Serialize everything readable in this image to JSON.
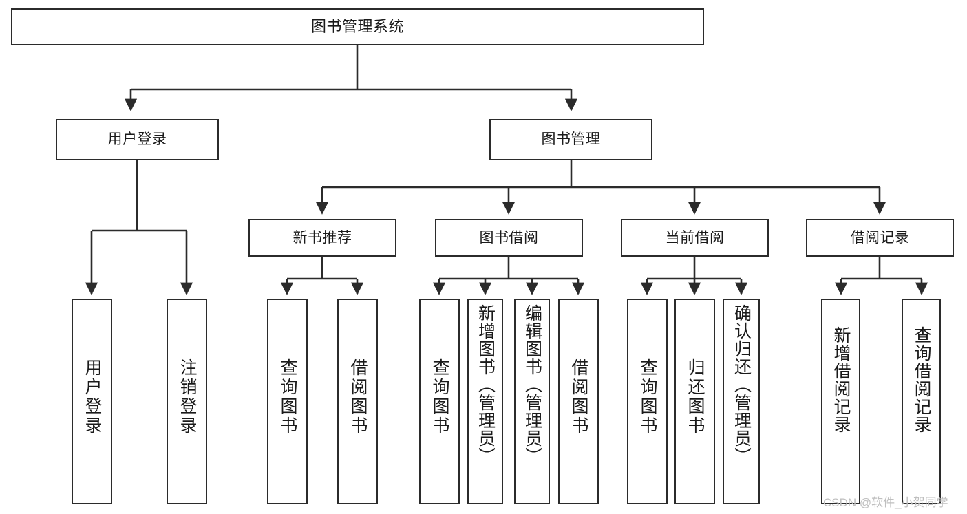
{
  "diagram": {
    "type": "tree",
    "title": "图书管理系统",
    "orientation": "top-down",
    "colors": {
      "box_border": "#2b2b2b",
      "box_fill": "#ffffff",
      "edge": "#2b2b2b",
      "text": "#1a1a1a",
      "watermark": "#bfbfbf"
    },
    "nodes": {
      "root": {
        "label": "图书管理系统",
        "level": 0
      },
      "l1": [
        {
          "id": "user-login",
          "label": "用户登录"
        },
        {
          "id": "book-management",
          "label": "图书管理"
        }
      ],
      "l2": [
        {
          "id": "new-book-recommend",
          "label": "新书推荐",
          "parent": "book-management"
        },
        {
          "id": "book-borrow",
          "label": "图书借阅",
          "parent": "book-management"
        },
        {
          "id": "current-borrow",
          "label": "当前借阅",
          "parent": "book-management"
        },
        {
          "id": "borrow-record",
          "label": "借阅记录",
          "parent": "book-management"
        }
      ],
      "leaves": {
        "user-login": [
          {
            "id": "leaf-user-login",
            "label": "用户登录"
          },
          {
            "id": "leaf-user-logout",
            "label": "注销登录"
          }
        ],
        "new-book-recommend": [
          {
            "id": "leaf-query-book-1",
            "label": "查询图书"
          },
          {
            "id": "leaf-borrow-book-1",
            "label": "借阅图书"
          }
        ],
        "book-borrow": [
          {
            "id": "leaf-query-book-2",
            "label": "查询图书"
          },
          {
            "id": "leaf-add-book",
            "label": "新增图书（管理员）"
          },
          {
            "id": "leaf-edit-book",
            "label": "编辑图书（管理员）"
          },
          {
            "id": "leaf-borrow-book-2",
            "label": "借阅图书"
          }
        ],
        "current-borrow": [
          {
            "id": "leaf-query-book-3",
            "label": "查询图书"
          },
          {
            "id": "leaf-return-book",
            "label": "归还图书"
          },
          {
            "id": "leaf-confirm-return",
            "label": "确认归还（管理员）"
          }
        ],
        "borrow-record": [
          {
            "id": "leaf-add-record",
            "label": "新增借阅记录"
          },
          {
            "id": "leaf-query-record",
            "label": "查询借阅记录"
          }
        ]
      }
    },
    "watermark": "CSDN @软件_小贺同学"
  }
}
